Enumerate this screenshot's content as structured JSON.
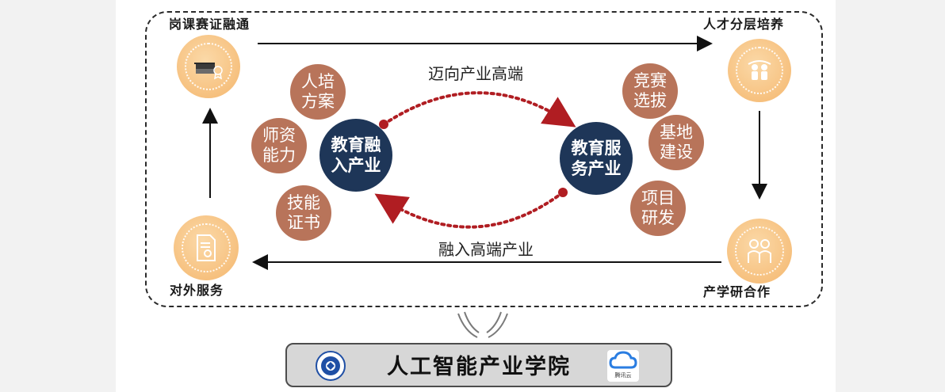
{
  "corners": {
    "top_left": "岗课赛证融通",
    "top_right": "人才分层培养",
    "bottom_left": "对外服务",
    "bottom_right": "产学研合作"
  },
  "left_bubbles": [
    {
      "line1": "人培",
      "line2": "方案"
    },
    {
      "line1": "师资",
      "line2": "能力"
    },
    {
      "line1": "技能",
      "line2": "证书"
    }
  ],
  "right_bubbles": [
    {
      "line1": "竞赛",
      "line2": "选拔"
    },
    {
      "line1": "基地",
      "line2": "建设"
    },
    {
      "line1": "项目",
      "line2": "研发"
    }
  ],
  "center_left": {
    "line1": "教育融",
    "line2": "入产业"
  },
  "center_right": {
    "line1": "教育服",
    "line2": "务产业"
  },
  "arc_top_label": "迈向产业高端",
  "arc_bottom_label": "融入高端产业",
  "bottom_title": "人工智能产业学院",
  "right_logo_caption": "腾讯云",
  "colors": {
    "brown_bubble": "#b8745a",
    "navy_circle": "#1e3658",
    "peach_circle": "#f6bf7c",
    "dotted_arc": "#b01d22"
  },
  "icons": [
    "book-certificate-icon",
    "people-ribbon-icon",
    "document-certificate-icon",
    "two-people-icon",
    "hands-icon",
    "school-logo-icon",
    "cloud-logo-icon"
  ]
}
